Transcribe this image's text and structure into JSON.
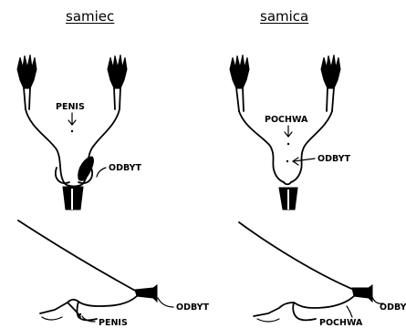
{
  "titles": {
    "male": "samiec",
    "female": "samica"
  },
  "labels": {
    "male_top_genital": "PENIS",
    "male_top_anus": "ODBYT",
    "female_top_genital": "POCHWA",
    "female_top_anus": "ODBYT",
    "male_side_anus": "ODBYT",
    "male_side_genital": "PENIS",
    "female_side_anus": "ODBYT",
    "female_side_genital": "POCHWA"
  }
}
